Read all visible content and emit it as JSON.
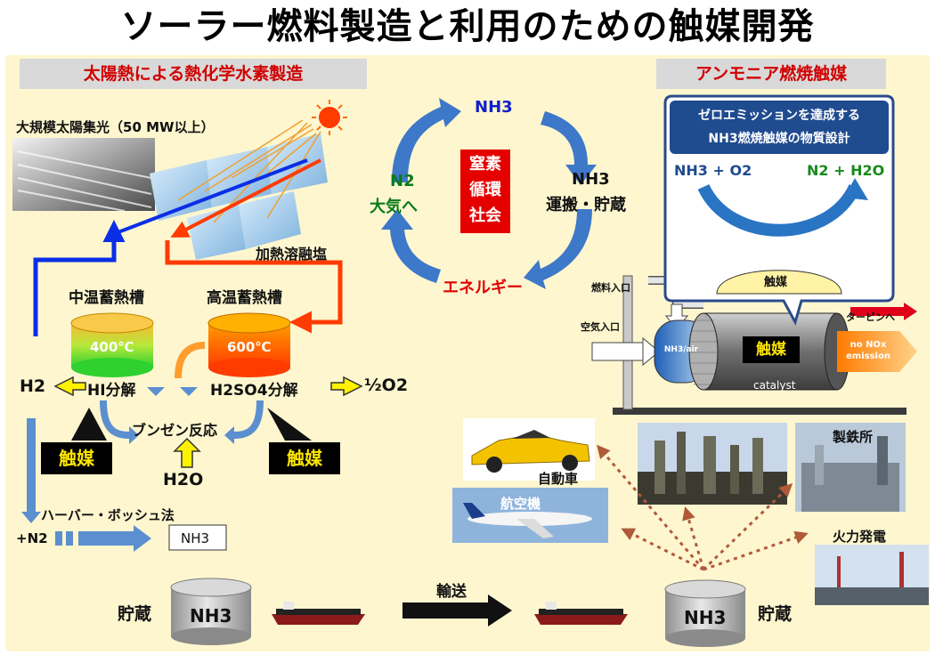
{
  "title": "ソーラー燃料製造と利用のための触媒開発",
  "left_banner": "太陽熱による熱化学水素製造",
  "right_banner": "アンモニア燃焼触媒",
  "solar": {
    "photo_caption": "大規模太陽集光（50 MW以上）",
    "molten_salt": "加熱溶融塩",
    "mid_tank_label": "中温蓄熱槽",
    "high_tank_label": "高温蓄熱槽",
    "mid_tank_temp": "400℃",
    "high_tank_temp": "600℃"
  },
  "reactions": {
    "h2": "H2",
    "hi": "HI分解",
    "h2so4": "H2SO4分解",
    "half_o2": "½O2",
    "bunsen": "ブンゼン反応",
    "h2o": "H2O",
    "catalyst_left": "触媒",
    "catalyst_right": "触媒",
    "haber": "ハーバー・ボッシュ法",
    "plus_n2": "+N2",
    "nh3_box": "NH3"
  },
  "cycle": {
    "top": "NH3",
    "right_top": "NH3",
    "right_bottom": "運搬・貯蔵",
    "left_top": "N2",
    "left_bottom": "大気へ",
    "bottom": "エネルギー",
    "center": [
      "窒素",
      "循環",
      "社会"
    ]
  },
  "combustion": {
    "callout_line1": "ゼロエミッションを達成する",
    "callout_line2": "NH3燃焼触媒の物質設計",
    "reactants": "NH3 + O2",
    "products": "N2 + H2O",
    "catalyst_dome": "触媒",
    "fuel_inlet": "燃料入口",
    "air_inlet": "空気入口",
    "turbine": "タービンへ",
    "mix": "NH3/air",
    "core": "触媒",
    "emission": "no NOx emission",
    "device_caption": "catalyst"
  },
  "uses": {
    "car": "自動車",
    "plane": "航空機",
    "steel": "製鉄所",
    "power": "火力発電"
  },
  "transport": {
    "storage_left": "貯蔵",
    "storage_right": "貯蔵",
    "tank_left": "NH3",
    "tank_right": "NH3",
    "arrow": "輸送"
  }
}
